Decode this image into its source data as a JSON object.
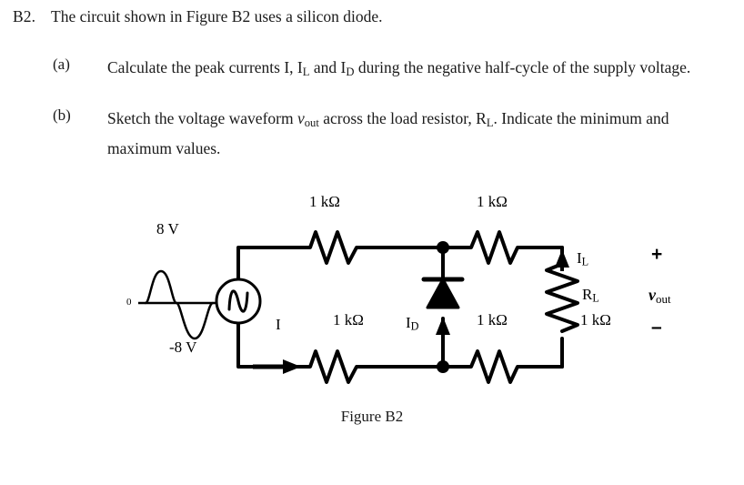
{
  "question": {
    "number": "B2.",
    "stem": "The circuit shown in Figure B2 uses a silicon diode.",
    "items": [
      {
        "label": "(a)",
        "text_part1": "Calculate the peak currents I, I",
        "sub1": "L",
        "text_part2": " and I",
        "sub2": "D",
        "text_part3": " during the negative half-cycle of the supply voltage."
      },
      {
        "label": "(b)",
        "text_part1": "Sketch the voltage waveform ",
        "italic1": "v",
        "sub1": "out",
        "text_part2": " across the load resistor, R",
        "sub2": "L",
        "text_part3": ". Indicate the minimum and maximum values."
      }
    ]
  },
  "figure": {
    "caption": "Figure B2",
    "source": {
      "peak_positive_label": "8 V",
      "peak_negative_label": "-8 V",
      "zero_label": "0",
      "symbol": "ac-sine-source"
    },
    "currents": {
      "supply": "I",
      "load": "I",
      "load_sub": "L",
      "diode": "I",
      "diode_sub": "D"
    },
    "components": {
      "r_top_left": "1 kΩ",
      "r_top_right": "1 kΩ",
      "r_bottom_left": "1 kΩ",
      "r_bottom_right": "1 kΩ",
      "r_load_name": "R",
      "r_load_sub": "L",
      "r_load_value": "1 kΩ",
      "diode": "silicon-diode"
    },
    "output": {
      "plus": "+",
      "minus": "–",
      "label": "v",
      "label_sub": "out"
    }
  },
  "colors": {
    "ink": "#000000",
    "text": "#1a1a1a",
    "background": "#ffffff"
  }
}
